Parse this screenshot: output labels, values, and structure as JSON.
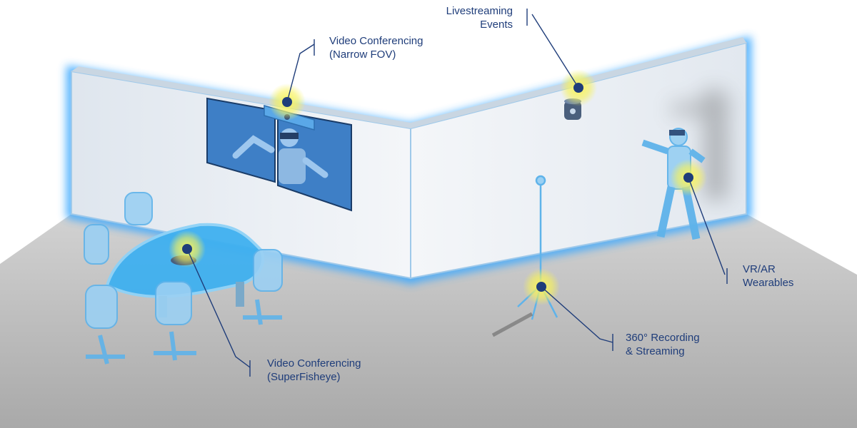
{
  "labels": {
    "narrow_fov": {
      "line1": "Video Conferencing",
      "line2": "(Narrow FOV)"
    },
    "livestreaming": {
      "line1": "Livestreaming",
      "line2": "Events"
    },
    "superfisheye": {
      "line1": "Video Conferencing",
      "line2": "(SuperFisheye)"
    },
    "recording_360": {
      "line1": "360° Recording",
      "line2": "& Streaming"
    },
    "vr_ar": {
      "line1": "VR/AR",
      "line2": "Wearables"
    }
  },
  "colors": {
    "wall": "#e9eef3",
    "wall_glow": "#3aa8ff",
    "floor": "#b9b9b9",
    "furniture": "#8ccaf2",
    "table_top": "#3fb0f0",
    "hotspot": "#f7f25a",
    "marker": "#1f3d7a",
    "label_text": "#1f3d7a"
  },
  "icons": [
    "video-bar-camera-icon",
    "livestream-camera-icon",
    "fisheye-camera-icon",
    "360-camera-tripod-icon",
    "vr-headset-person-icon"
  ]
}
